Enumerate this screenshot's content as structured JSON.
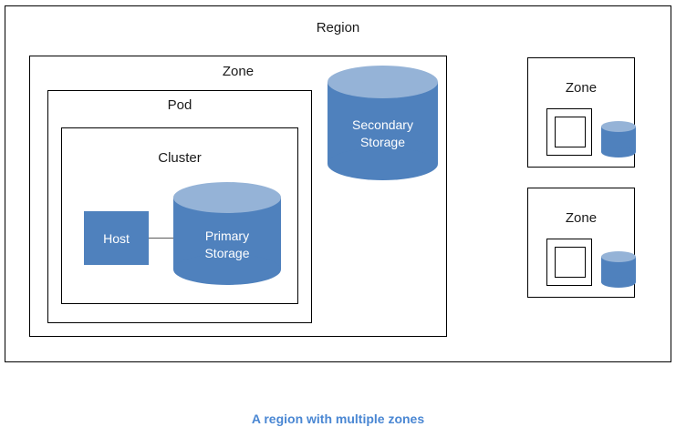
{
  "diagram": {
    "caption": "A region with multiple zones",
    "colors": {
      "shape_fill": "#4f81bd",
      "shape_top": "#95b3d7",
      "outline": "#000000",
      "caption": "#4a87d3",
      "connector": "#595959",
      "label_text": "#1a1a1a",
      "shape_text": "#ffffff"
    },
    "region": {
      "label": "Region",
      "zone_main": {
        "label": "Zone",
        "pod": {
          "label": "Pod",
          "cluster": {
            "label": "Cluster",
            "host": {
              "label": "Host"
            },
            "primary_storage": {
              "label_line1": "Primary",
              "label_line2": "Storage"
            }
          }
        },
        "secondary_storage": {
          "label_line1": "Secondary",
          "label_line2": "Storage"
        }
      },
      "zones_small": [
        {
          "label": "Zone"
        },
        {
          "label": "Zone"
        }
      ]
    }
  }
}
